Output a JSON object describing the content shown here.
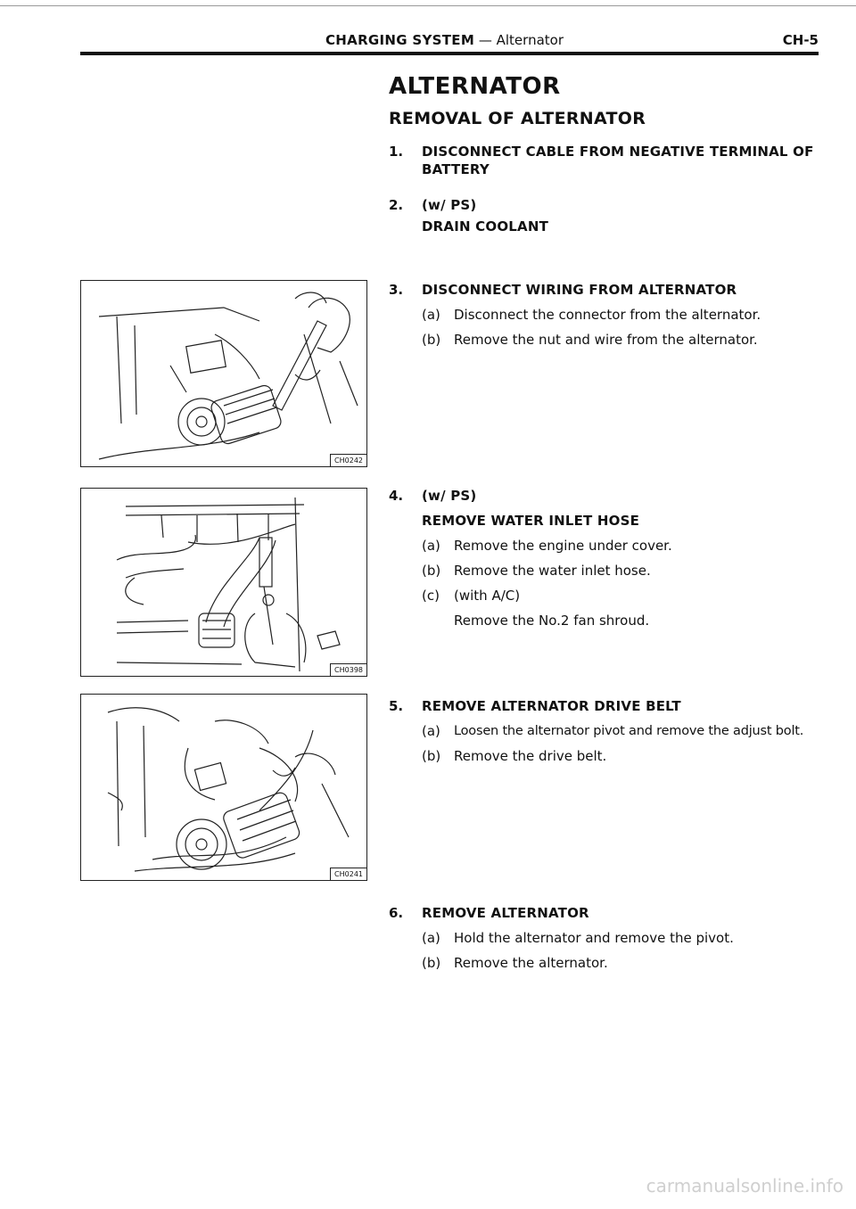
{
  "header": {
    "section": "CHARGING SYSTEM",
    "dash": " — ",
    "subsection": "Alternator",
    "page": "CH-5"
  },
  "title": "ALTERNATOR",
  "subtitle": "REMOVAL OF ALTERNATOR",
  "steps": [
    {
      "num": "1.",
      "head": [
        "DISCONNECT CABLE FROM NEGATIVE TERMINAL OF",
        "BATTERY"
      ],
      "subs": []
    },
    {
      "num": "2.",
      "head": [
        "(w/ PS)",
        "DRAIN COOLANT"
      ],
      "subs": []
    },
    {
      "num": "3.",
      "head": [
        "DISCONNECT WIRING FROM ALTERNATOR"
      ],
      "subs": [
        {
          "label": "(a)",
          "text": "Disconnect the connector from the alternator."
        },
        {
          "label": "(b)",
          "text": "Remove the nut and wire from the alternator."
        }
      ]
    },
    {
      "num": "4.",
      "head": [
        "(w/ PS)",
        "REMOVE WATER INLET HOSE"
      ],
      "subs": [
        {
          "label": "(a)",
          "text": "Remove the engine under cover."
        },
        {
          "label": "(b)",
          "text": "Remove the water inlet hose."
        },
        {
          "label": "(c)",
          "text": "(with A/C)",
          "text2": "Remove the No.2 fan shroud."
        }
      ]
    },
    {
      "num": "5.",
      "head": [
        "REMOVE ALTERNATOR DRIVE BELT"
      ],
      "subs": [
        {
          "label": "(a)",
          "text": "Loosen the alternator pivot and remove the adjust bolt."
        },
        {
          "label": "(b)",
          "text": "Remove the drive belt."
        }
      ]
    },
    {
      "num": "6.",
      "head": [
        "REMOVE ALTERNATOR"
      ],
      "subs": [
        {
          "label": "(a)",
          "text": "Hold the alternator and remove the pivot."
        },
        {
          "label": "(b)",
          "text": "Remove the alternator."
        }
      ]
    }
  ],
  "figures": [
    {
      "code": "CH0242",
      "icon": "alternator-connector-illustration"
    },
    {
      "code": "CH0398",
      "icon": "water-inlet-hose-illustration"
    },
    {
      "code": "CH0241",
      "icon": "alternator-drive-belt-illustration"
    }
  ],
  "watermark": "carmanualsonline.info"
}
